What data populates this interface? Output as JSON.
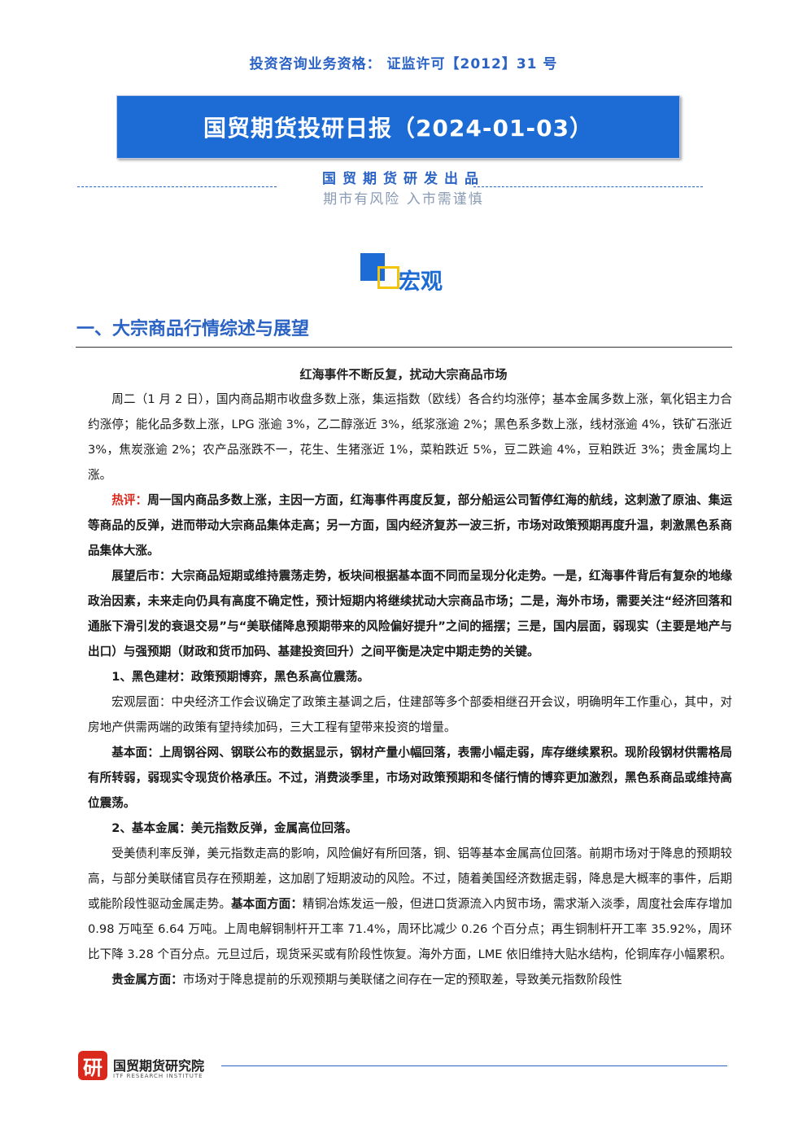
{
  "header": {
    "license": "投资咨询业务资格： 证监许可【2012】31 号",
    "banner_title": "国贸期货投研日报（2024-01-03）",
    "publisher": "国贸期货研发出品",
    "slogan": "期市有风险 入市需谨慎"
  },
  "section": {
    "label": "宏观",
    "heading": "一、大宗商品行情综述与展望",
    "article_title": "红海事件不断反复，扰动大宗商品市场"
  },
  "paragraphs": {
    "p1": "周二（1 月 2 日），国内商品期市收盘多数上涨，集运指数（欧线）各合约均涨停；基本金属多数上涨，氧化铝主力合约涨停；能化品多数上涨，LPG 涨逾 3%，乙二醇涨近 3%，纸浆涨逾 2%；黑色系多数上涨，线材涨逾 4%，铁矿石涨近 3%，焦炭涨逾 2%；农产品涨跌不一，花生、生猪涨近 1%，菜粕跌近 5%，豆二跌逾 4%，豆粕跌近 3%；贵金属均上涨。",
    "p2_label": "热评：",
    "p2": "周一国内商品多数上涨，主因一方面，红海事件再度反复，部分船运公司暂停红海的航线，这刺激了原油、集运等商品的反弹，进而带动大宗商品集体走高；另一方面，国内经济复苏一波三折，市场对政策预期再度升温，刺激黑色系商品集体大涨。",
    "p3": "展望后市：大宗商品短期或维持震荡走势，板块间根据基本面不同而呈现分化走势。一是，红海事件背后有复杂的地缘政治因素，未来走向仍具有高度不确定性，预计短期内将继续扰动大宗商品市场；二是，海外市场，需要关注“经济回落和通胀下滑引发的衰退交易”与“美联储降息预期带来的风险偏好提升”之间的摇摆；三是，国内层面，弱现实（主要是地产与出口）与强预期（财政和货币加码、基建投资回升）之间平衡是决定中期走势的关键。",
    "p4": "1、黑色建材：政策预期博弈，黑色系高位震荡。",
    "p5": "宏观层面：中央经济工作会议确定了政策主基调之后，住建部等多个部委相继召开会议，明确明年工作重心，其中，对房地产供需两端的政策有望持续加码，三大工程有望带来投资的增量。",
    "p6": "基本面：上周钢谷网、钢联公布的数据显示，钢材产量小幅回落，表需小幅走弱，库存继续累积。现阶段钢材供需格局有所转弱，弱现实令现货价格承压。不过，消费淡季里，市场对政策预期和冬储行情的博弈更加激烈，黑色系商品或维持高位震荡。",
    "p7": "2、基本金属：美元指数反弹，金属高位回落。",
    "p8a": "受美债利率反弹，美元指数走高的影响，风险偏好有所回落，铜、铝等基本金属高位回落。前期市场对于降息的预期较高，与部分美联储官员存在预期差，这加剧了短期波动的风险。不过，随着美国经济数据走弱，降息是大概率的事件，后期或能阶段性驱动金属走势。",
    "p8_label": "基本面方面：",
    "p8b": "精铜冶炼发运一般，但进口货源流入内贸市场，需求渐入淡季，周度社会库存增加 0.98 万吨至 6.64 万吨。上周电解铜制杆开工率 71.4%，周环比减少 0.26 个百分点；再生铜制杆开工率 35.92%，周环比下降 3.28 个百分点。元旦过后，现货采买或有阶段性恢复。海外方面，LME 依旧维持大贴水结构，伦铜库存小幅累积。",
    "p9_label": "贵金属方面：",
    "p9": "市场对于降息提前的乐观预期与美联储之间存在一定的预取差，导致美元指数阶段性"
  },
  "footer": {
    "logo_char": "研",
    "name": "国贸期货研究院",
    "name_en": "ITF RESEARCH INSTITUTE"
  },
  "colors": {
    "brand_blue": "#1d6bd4",
    "accent_yellow": "#f2c40c",
    "highlight_red": "#d9291c"
  }
}
